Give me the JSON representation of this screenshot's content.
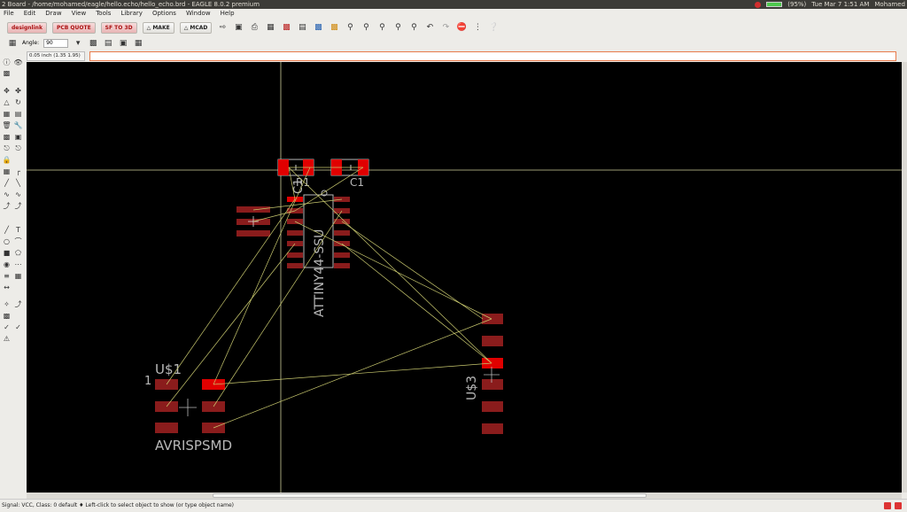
{
  "window": {
    "title": "2 Board - /home/mohamed/eagle/hello.echo/hello_echo.brd - EAGLE 8.0.2 premium",
    "clock": "Tue Mar 7 1:51 AM",
    "user": "Mohamed",
    "battery": "(95%)"
  },
  "menu": [
    "File",
    "Edit",
    "Draw",
    "View",
    "Tools",
    "Library",
    "Options",
    "Window",
    "Help"
  ],
  "toolbar": {
    "design_link": "designlink",
    "pcb_quote": "PCB QUOTE",
    "sf": "SF TO 3D",
    "make": "MAKE",
    "mcad": "MCAD"
  },
  "params": {
    "angle_label": "Angle:",
    "angle_value": "90"
  },
  "coordinate_display": "0.05 inch (1.35 1.95)",
  "command_placeholder": "",
  "board": {
    "labels": {
      "r1": "R1",
      "c1": "C1",
      "ic_name": "C1",
      "ic_value": "ATTINY44-SSU",
      "u1": "U$1",
      "pin1": "1",
      "u1_value": "AVRISPSMD",
      "u3": "U$3"
    },
    "colors": {
      "background": "#000000",
      "pad": "#8a1c1c",
      "pad_highlight": "#e00000",
      "airwire": "#c8c86e",
      "silk": "#b8b8b8",
      "crosshair": "#cfcf9a"
    }
  },
  "status": {
    "text": "Signal: VCC, Class: 0 default  ♦ Left-click to select object to show (or type object name)"
  }
}
